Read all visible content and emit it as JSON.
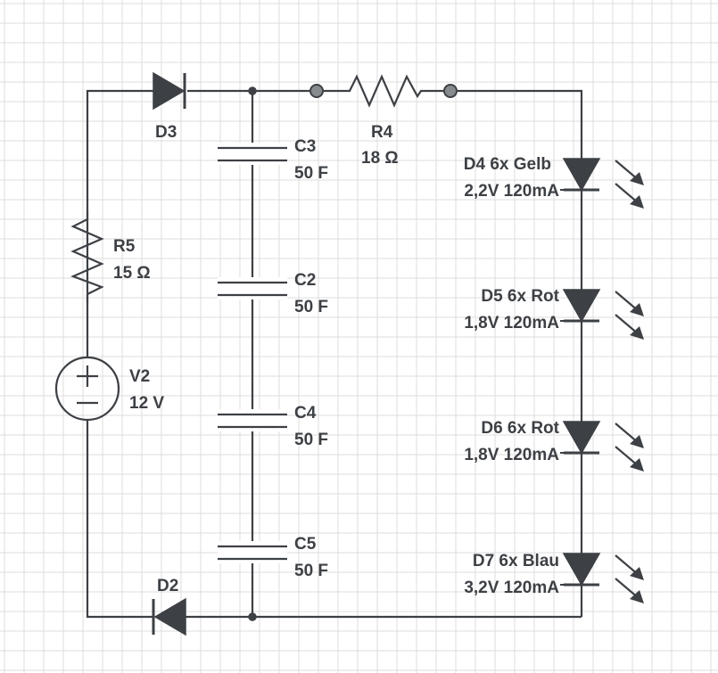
{
  "components": {
    "D3": {
      "name": "D3"
    },
    "D2": {
      "name": "D2"
    },
    "R4": {
      "name": "R4",
      "value": "18 Ω"
    },
    "R5": {
      "name": "R5",
      "value": "15 Ω"
    },
    "V2": {
      "name": "V2",
      "value": "12 V"
    },
    "C3": {
      "name": "C3",
      "value": "50 F"
    },
    "C2": {
      "name": "C2",
      "value": "50 F"
    },
    "C4": {
      "name": "C4",
      "value": "50 F"
    },
    "C5": {
      "name": "C5",
      "value": "50 F"
    },
    "D4": {
      "name": "D4 6x Gelb",
      "value": "2,2V 120mA"
    },
    "D5": {
      "name": "D5 6x Rot",
      "value": "1,8V 120mA"
    },
    "D6": {
      "name": "D6 6x Rot",
      "value": "1,8V 120mA"
    },
    "D7": {
      "name": "D7 6x Blau",
      "value": "3,2V 120mA"
    }
  },
  "colors": {
    "ink": "#3d4044",
    "grid": "#dcdcdc",
    "background": "#ffffff"
  }
}
